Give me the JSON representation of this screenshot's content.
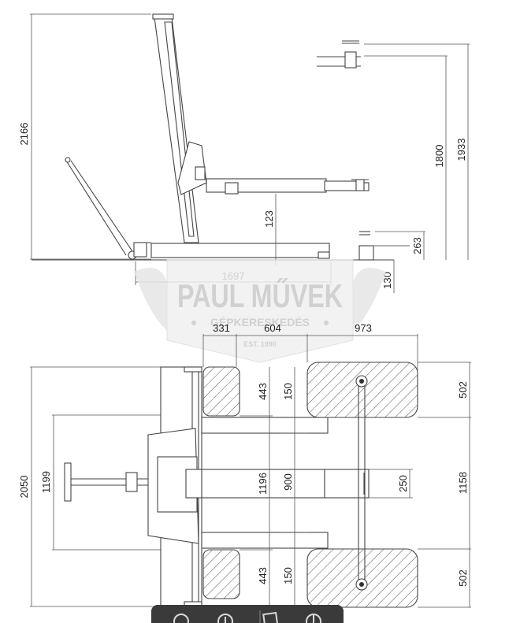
{
  "watermark": {
    "brand": "PAUL MŰVEK",
    "subtitle": "GÉPKERESKEDÉS",
    "established": "EST. 1990"
  },
  "side_view": {
    "height_overall": "2166",
    "height_max": "1933",
    "height_arm": "1800",
    "min_height": "123",
    "lift_min": "263",
    "ground_clearance": "130",
    "length": "1697"
  },
  "top_view": {
    "arm_offset": "331",
    "arm_width": "604",
    "pad_length": "973",
    "width_overall": "2050",
    "inner_width": "1199",
    "pad_depth_left_top": "443",
    "gap_top": "150",
    "rail_length": "1196",
    "inner_900": "900",
    "beam_width": "250",
    "pad_depth_left_bottom": "443",
    "gap_bottom": "150",
    "pad_depth_right_top": "502",
    "pad_span_right": "1158",
    "pad_depth_right_bottom": "502"
  },
  "toolbar": {
    "icons": [
      "zoom-out-icon",
      "zoom-in-icon",
      "image-icon",
      "download-icon"
    ]
  }
}
